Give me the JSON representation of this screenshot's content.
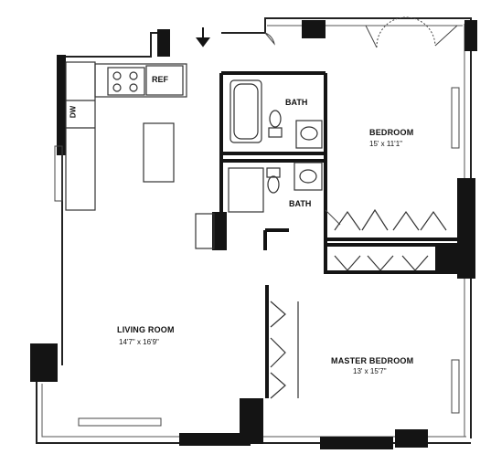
{
  "rooms": {
    "living": {
      "name": "LIVING ROOM",
      "dims": "14'7\" x 16'9\""
    },
    "master": {
      "name": "MASTER BEDROOM",
      "dims": "13' x 15'7\""
    },
    "bedroom": {
      "name": "BEDROOM",
      "dims": "15' x 11'1\""
    },
    "bath1": {
      "name": "BATH"
    },
    "bath2": {
      "name": "BATH"
    }
  },
  "fixtures": {
    "refrigerator": "REF",
    "dishwasher": "DW"
  },
  "icons": {
    "entry": "entry-arrow-icon"
  },
  "colors": {
    "wall": "#141414",
    "line": "#333333",
    "background": "#ffffff"
  }
}
